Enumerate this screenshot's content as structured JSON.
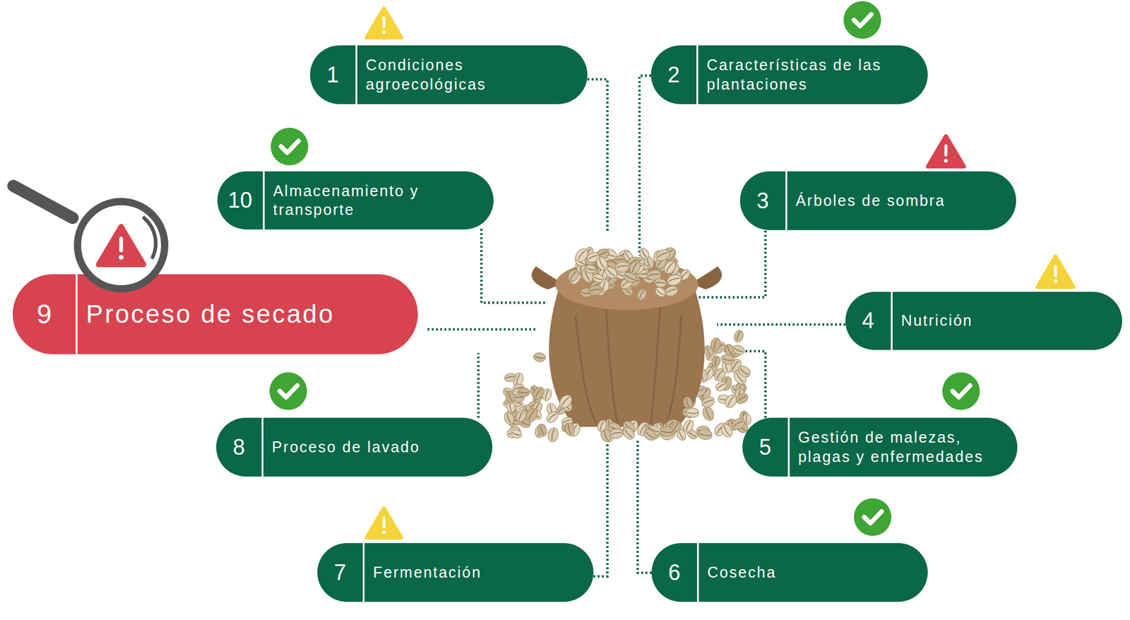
{
  "diagram": {
    "nodes": [
      {
        "text": [
          "1",
          "Condiciones agroecológicas"
        ]
      },
      {
        "text": [
          "2",
          "Características de las plantaciones"
        ]
      },
      {
        "text": [
          "10",
          "Almacenamiento y transporte"
        ]
      },
      {
        "text": [
          "3",
          "Árboles de sombra"
        ]
      },
      {
        "text": [
          "9",
          "Proceso de secado"
        ]
      },
      {
        "text": [
          "4",
          "Nutrición"
        ]
      },
      {
        "text": [
          "8",
          "Proceso de lavado"
        ]
      },
      {
        "text": [
          "5",
          "Gestión de malezas, plagas y enfermedades"
        ]
      },
      {
        "text": [
          "7",
          "Fermentación"
        ]
      },
      {
        "text": [
          "6",
          "Cosecha"
        ]
      }
    ]
  }
}
